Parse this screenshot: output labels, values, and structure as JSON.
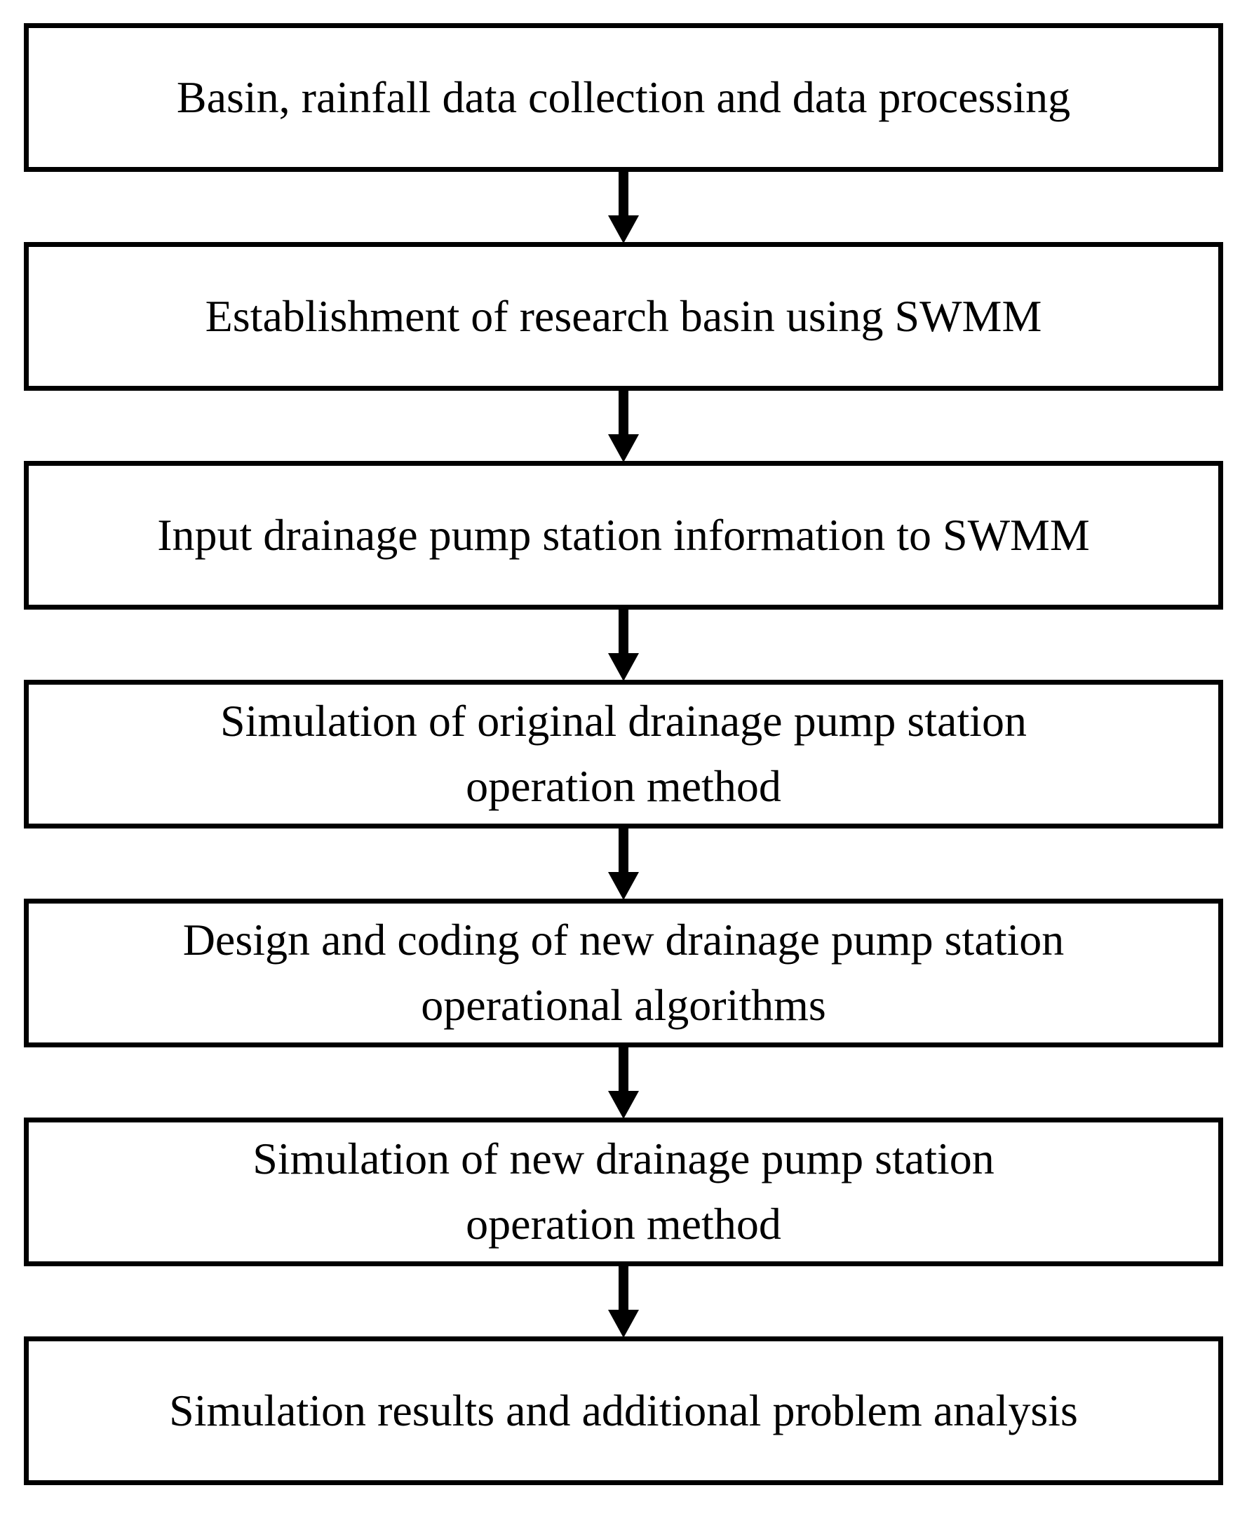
{
  "diagram": {
    "type": "flowchart",
    "direction": "top-down",
    "colors": {
      "background": "#ffffff",
      "box_border": "#000000",
      "box_fill": "#ffffff",
      "text": "#000000",
      "arrow": "#000000"
    },
    "boxes": [
      {
        "label": "Basin, rainfall data collection and data processing"
      },
      {
        "label": "Establishment of research basin using SWMM"
      },
      {
        "label": "Input drainage pump station information to SWMM"
      },
      {
        "label": "Simulation of original drainage pump station\noperation method"
      },
      {
        "label": "Design and coding of new drainage pump station\noperational algorithms"
      },
      {
        "label": "Simulation of new drainage pump station\noperation method"
      },
      {
        "label": "Simulation results and additional problem analysis"
      }
    ],
    "connectors": [
      {
        "from": 0,
        "to": 1,
        "style": "down-arrow"
      },
      {
        "from": 1,
        "to": 2,
        "style": "down-arrow"
      },
      {
        "from": 2,
        "to": 3,
        "style": "down-arrow"
      },
      {
        "from": 3,
        "to": 4,
        "style": "down-arrow"
      },
      {
        "from": 4,
        "to": 5,
        "style": "down-arrow"
      },
      {
        "from": 5,
        "to": 6,
        "style": "down-arrow"
      }
    ]
  }
}
